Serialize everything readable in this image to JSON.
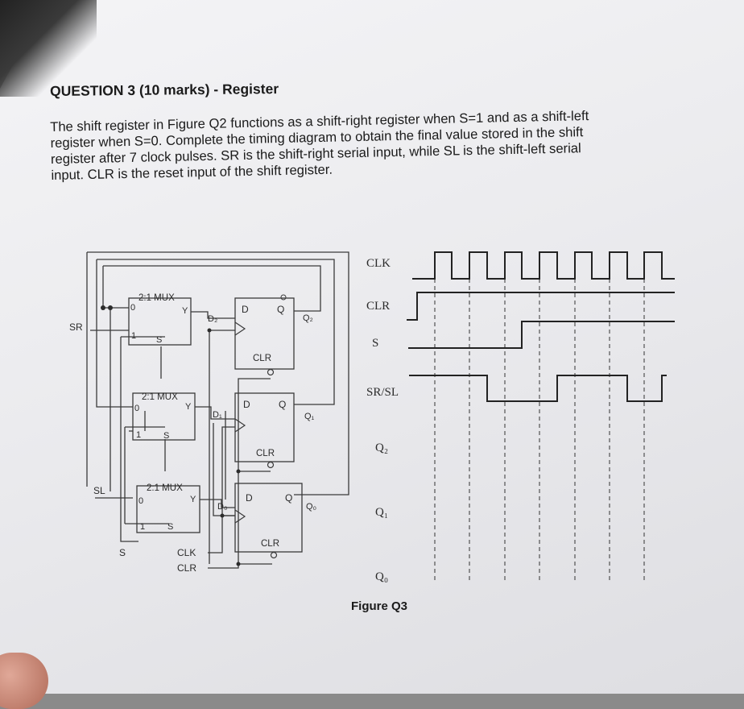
{
  "question": {
    "title": "QUESTION 3 (10 marks) - Register",
    "lines": [
      "The shift register in Figure Q2 functions as a shift-right register when S=1 and as a shift-left",
      "register when S=0. Complete the timing diagram to obtain the final value stored in the shift",
      "register after 7 clock pulses. SR is the shift-right serial input, while SL is the shift-left serial",
      "input. CLR is the reset input of the shift register."
    ]
  },
  "circuit": {
    "sr_label": "SR",
    "sl_label": "SL",
    "s_label": "S",
    "clk_label": "CLK",
    "clr_label": "CLR",
    "mux_label": "2:1 MUX",
    "mux_in0": "0",
    "mux_in1": "1",
    "mux_out": "Y",
    "mux_sel": "S",
    "ff_d": "D",
    "ff_q": "Q",
    "ff_clr": "CLR",
    "d2": "D₂",
    "d1": "D₁",
    "d0": "D₀",
    "q2": "Q₂",
    "q1": "Q₁",
    "q0": "Q₀"
  },
  "timing": {
    "signals": [
      "CLK",
      "CLR",
      "S",
      "SR/SL",
      "Q₂",
      "Q₁",
      "Q₀"
    ],
    "clock_pulses": 7
  },
  "figure_caption": "Figure Q3"
}
